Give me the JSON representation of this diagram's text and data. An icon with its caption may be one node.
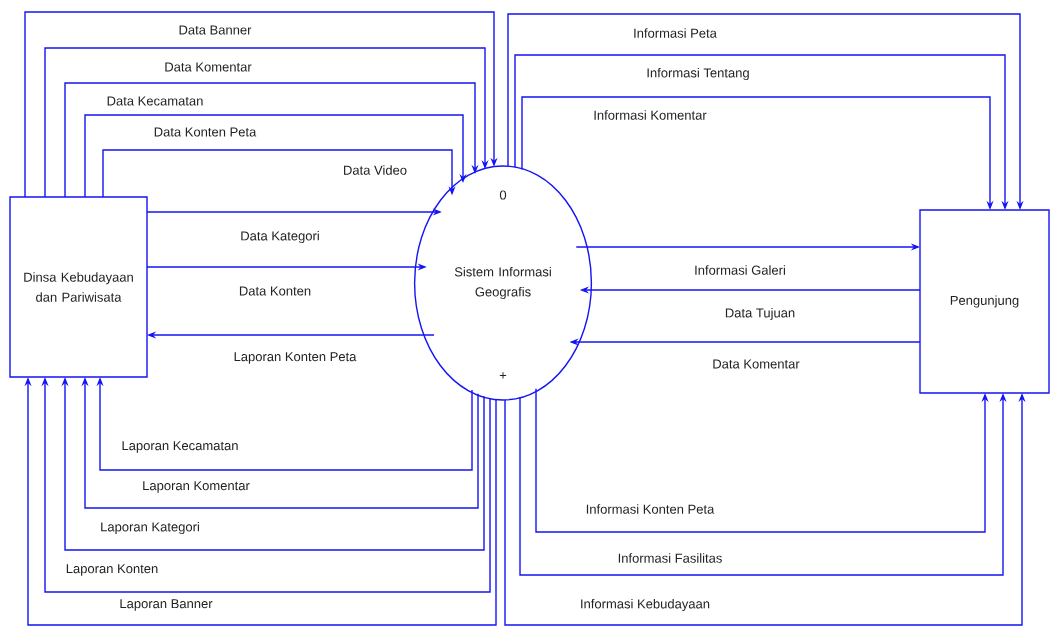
{
  "diagram": {
    "nodes": [
      {
        "text": [
          "Dinsa Kebudayaan dan Pariwisata"
        ]
      },
      {
        "text": [
          "0",
          "Sistem Informasi Geografis",
          "+"
        ]
      },
      {
        "text": [
          "Pengunjung"
        ]
      }
    ],
    "edges": [
      {
        "from": 0,
        "to": 1,
        "arrow": "to",
        "label": "Data Banner"
      },
      {
        "from": 0,
        "to": 1,
        "arrow": "to",
        "label": "Data Komentar"
      },
      {
        "from": 0,
        "to": 1,
        "arrow": "to",
        "label": "Data Kecamatan"
      },
      {
        "from": 0,
        "to": 1,
        "arrow": "to",
        "label": "Data Konten Peta"
      },
      {
        "from": 0,
        "to": 1,
        "arrow": "to",
        "label": "Data Video"
      },
      {
        "from": 0,
        "to": 1,
        "arrow": "to",
        "label": "Data Kategori"
      },
      {
        "from": 0,
        "to": 1,
        "arrow": "to",
        "label": "Data Konten"
      },
      {
        "from": 1,
        "to": 0,
        "arrow": "to",
        "label": "Laporan Konten Peta"
      },
      {
        "from": 1,
        "to": 2,
        "arrow": "to",
        "label": "Informasi Peta"
      },
      {
        "from": 1,
        "to": 2,
        "arrow": "to",
        "label": "Informasi Tentang"
      },
      {
        "from": 1,
        "to": 2,
        "arrow": "to",
        "label": "Informasi Komentar"
      },
      {
        "from": 1,
        "to": 2,
        "arrow": "to",
        "label": "Informasi Galeri"
      },
      {
        "from": 2,
        "to": 1,
        "arrow": "to",
        "label": "Data Tujuan"
      },
      {
        "from": 2,
        "to": 1,
        "arrow": "to",
        "label": "Data Komentar"
      },
      {
        "from": 1,
        "to": 0,
        "arrow": "to",
        "label": "Laporan Kecamatan"
      },
      {
        "from": 1,
        "to": 0,
        "arrow": "to",
        "label": "Laporan Komentar"
      },
      {
        "from": 1,
        "to": 0,
        "arrow": "to",
        "label": "Laporan Kategori"
      },
      {
        "from": 1,
        "to": 0,
        "arrow": "to",
        "label": "Laporan Konten"
      },
      {
        "from": 1,
        "to": 0,
        "arrow": "to",
        "label": "Laporan Banner"
      },
      {
        "from": 1,
        "to": 2,
        "arrow": "to",
        "label": "Informasi Konten Peta"
      },
      {
        "from": 1,
        "to": 2,
        "arrow": "to",
        "label": "Informasi Fasilitas"
      },
      {
        "from": 1,
        "to": 2,
        "arrow": "to",
        "label": "Informasi Kebudayaan"
      }
    ]
  }
}
